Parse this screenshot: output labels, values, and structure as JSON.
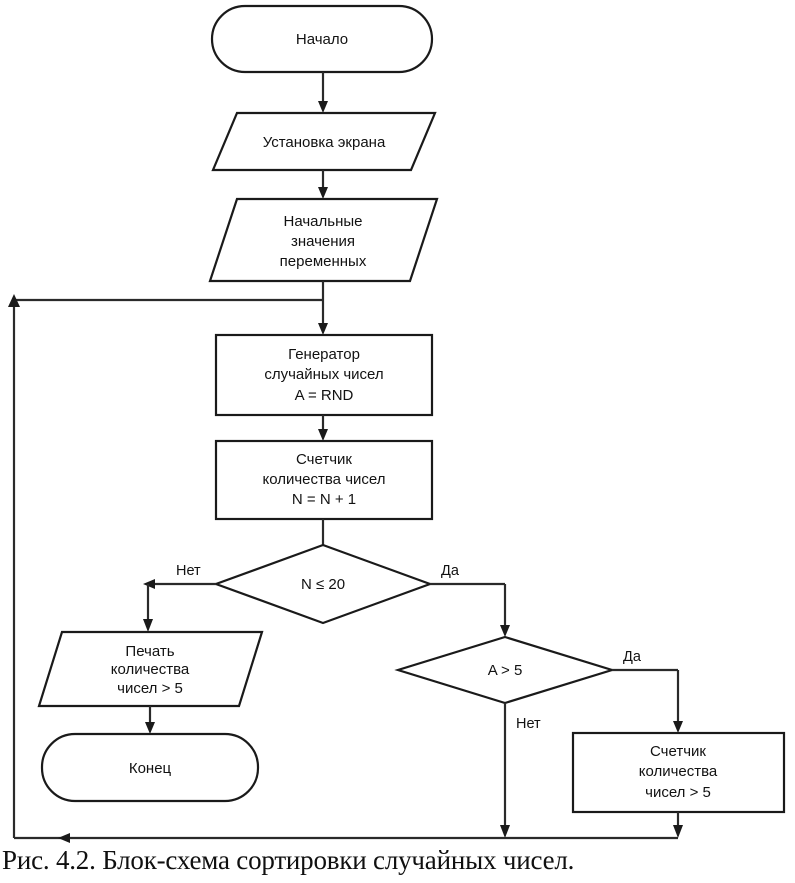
{
  "figure": {
    "caption": "Рис. 4.2. Блок-схема сортировки случайных чисел.",
    "language": "ru",
    "colors": {
      "background": "#ffffff",
      "stroke": "#1a1a1a",
      "text": "#121212"
    }
  },
  "diagram": {
    "type": "flowchart",
    "title": "Блок-схема сортировки случайных чисел",
    "nodes": [
      {
        "id": "start",
        "shape": "terminator",
        "lines": [
          "Начало"
        ]
      },
      {
        "id": "screen-setup",
        "shape": "parallelogram",
        "lines": [
          "Установка экрана"
        ]
      },
      {
        "id": "init-values",
        "shape": "parallelogram",
        "lines": [
          "Начальные",
          "значения",
          "переменных"
        ]
      },
      {
        "id": "random-generator",
        "shape": "process",
        "lines": [
          "Генератор",
          "случайных чисел",
          "A = RND"
        ]
      },
      {
        "id": "count-numbers",
        "shape": "process",
        "lines": [
          "Счетчик",
          "количества чисел",
          "N = N + 1"
        ]
      },
      {
        "id": "decision-n",
        "shape": "decision",
        "lines": [
          "N ≤ 20"
        ]
      },
      {
        "id": "decision-a",
        "shape": "decision",
        "lines": [
          "A > 5"
        ]
      },
      {
        "id": "print-count",
        "shape": "parallelogram",
        "lines": [
          "Печать",
          "количества",
          "чисел > 5"
        ]
      },
      {
        "id": "end",
        "shape": "terminator",
        "lines": [
          "Конец"
        ]
      },
      {
        "id": "count-gt5",
        "shape": "process",
        "lines": [
          "Счетчик",
          "количества",
          "чисел > 5"
        ]
      }
    ],
    "branch_labels": {
      "decision_n_no": "Нет",
      "decision_n_yes": "Да",
      "decision_a_no": "Нет",
      "decision_a_yes": "Да"
    }
  }
}
